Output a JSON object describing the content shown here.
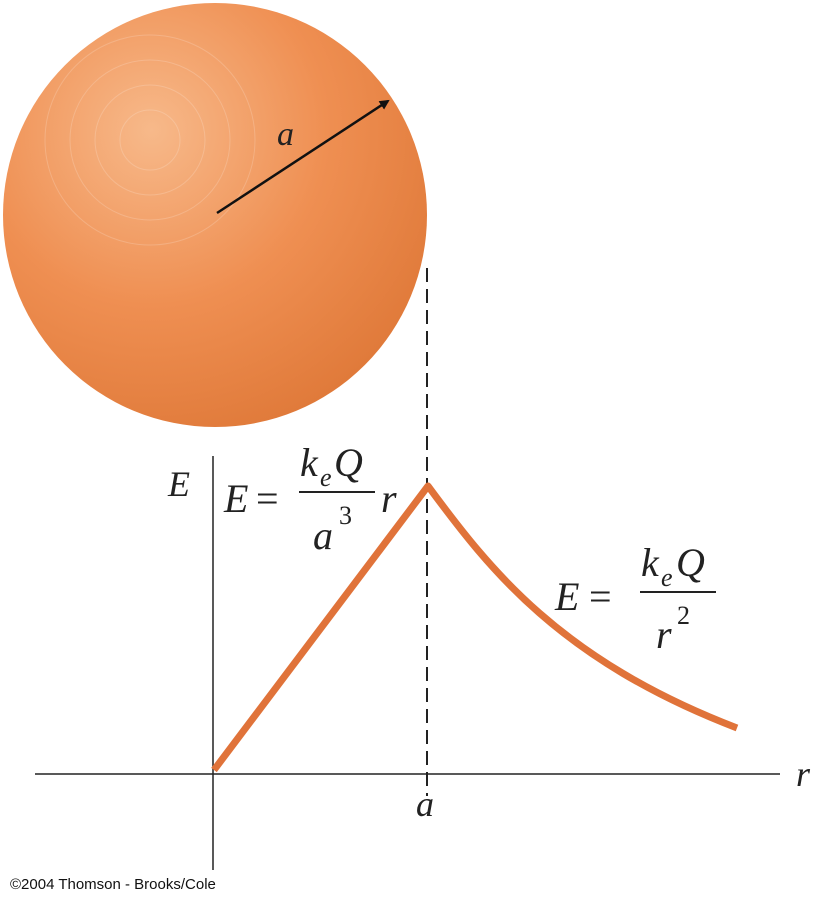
{
  "sphere": {
    "radius_label": "a",
    "fill_light": "#f7b98a",
    "fill_mid": "#ef8f52",
    "fill_dark": "#e07a3a",
    "arrow_color": "#111111"
  },
  "graph": {
    "y_axis_label": "E",
    "x_axis_label": "r",
    "x_tick_label": "a",
    "curve_color": "#e0733a",
    "inside_formula": {
      "lhs": "E",
      "eq": "=",
      "num_k": "k",
      "num_sub": "e",
      "num_Q": "Q",
      "den_base": "a",
      "den_exp": "3",
      "tail": "r"
    },
    "outside_formula": {
      "lhs": "E",
      "eq": "=",
      "num_k": "k",
      "num_sub": "e",
      "num_Q": "Q",
      "den_base": "r",
      "den_exp": "2"
    }
  },
  "copyright": "©2004 Thomson - Brooks/Cole"
}
